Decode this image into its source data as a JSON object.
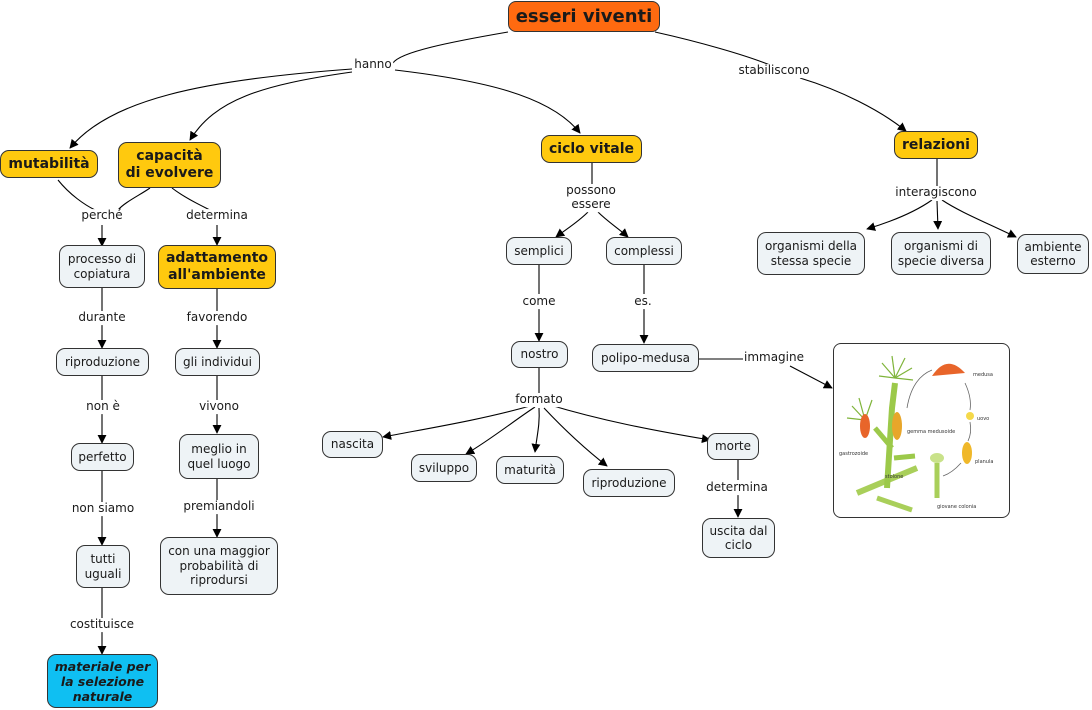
{
  "title": "esseri viventi",
  "colors": {
    "root": "#ff6a10",
    "key_concept": "#ffc90e",
    "plain_concept": "#eef3f6",
    "final_concept": "#0fbff2",
    "line": "#000000"
  },
  "concepts": {
    "esseri_viventi": "esseri viventi",
    "mutabilita": "mutabilità",
    "capacita": "capacità\ndi evolvere",
    "ciclo_vitale": "ciclo vitale",
    "relazioni": "relazioni",
    "processo": "processo di\ncopiatura",
    "adattamento": "adattamento\nall'ambiente",
    "riproduzione_l": "riproduzione",
    "gli_individui": "gli individui",
    "perfetto": "perfetto",
    "meglio": "meglio in\nquel luogo",
    "tutti_uguali": "tutti\nuguali",
    "maggior": "con una maggior\nprobabilità di\nriprodursi",
    "materiale": "materiale per\nla selezione\nnaturale",
    "semplici": "semplici",
    "complessi": "complessi",
    "nostro": "nostro",
    "polipo": "polipo-medusa",
    "nascita": "nascita",
    "sviluppo": "sviluppo",
    "maturita": "maturità",
    "riproduzione_c": "riproduzione",
    "morte": "morte",
    "uscita": "uscita dal\nciclo",
    "org_stessa": "organismi della\nstessa specie",
    "org_diversa": "organismi di\nspecie diversa",
    "ambiente": "ambiente\nesterno"
  },
  "linking_phrases": {
    "hanno": "hanno",
    "stabiliscono": "stabiliscono",
    "perche": "perché",
    "determina_l": "determina",
    "durante": "durante",
    "favorendo": "favorendo",
    "non_e": "non è",
    "vivono": "vivono",
    "non_siamo": "non siamo",
    "premiandoli": "premiandoli",
    "costituisce": "costituisce",
    "possono_essere": "possono\nessere",
    "come": "come",
    "es": "es.",
    "formato": "formato",
    "immagine": "immagine",
    "determina_r": "determina",
    "interagiscono": "interagiscono"
  },
  "image": {
    "caption_labels": [
      "medusa",
      "uovo",
      "planula",
      "giovane colonia",
      "stolone",
      "gastrozoide",
      "gemma medusoide"
    ]
  }
}
